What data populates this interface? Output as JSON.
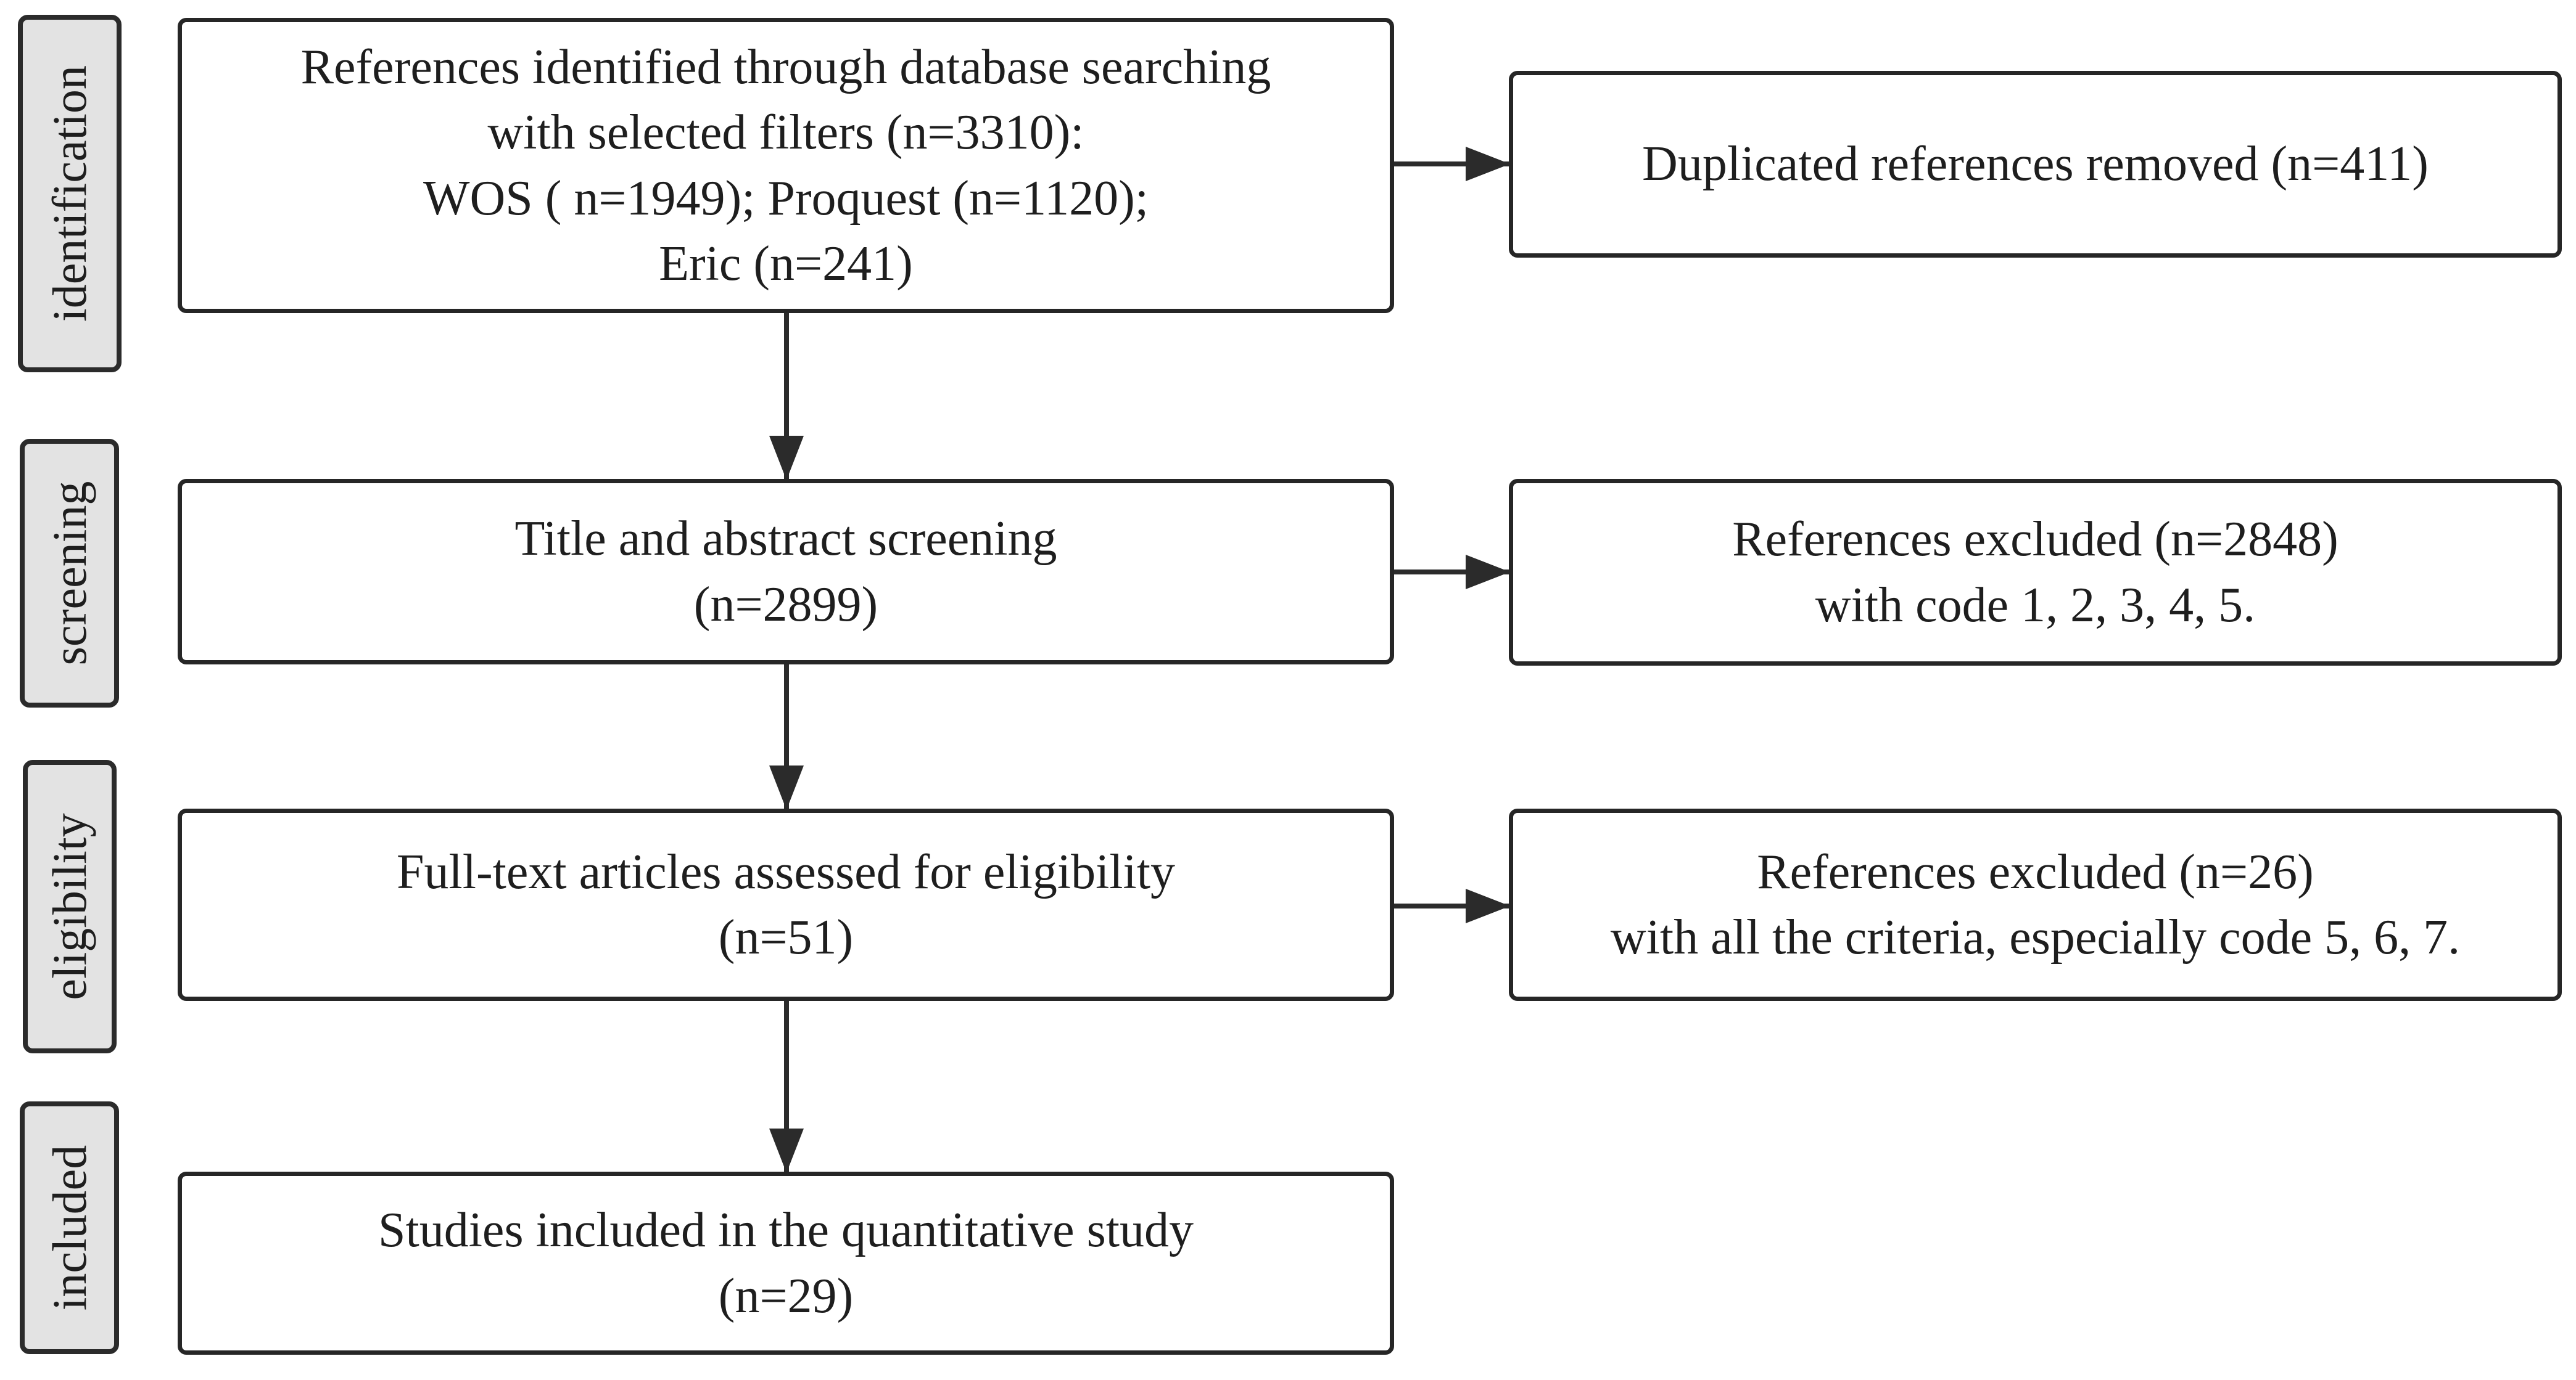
{
  "phases": {
    "identification": "identification",
    "screening": "screening",
    "eligibility": "eligibility",
    "included": "included"
  },
  "flow": {
    "identification": {
      "lines": [
        "References identified through database searching",
        "with selected filters (n=3310):",
        "WOS ( n=1949); Proquest (n=1120);",
        "Eric (n=241)"
      ]
    },
    "screening": {
      "lines": [
        "Title and abstract screening",
        "(n=2899)"
      ]
    },
    "eligibility": {
      "lines": [
        "Full-text articles assessed for eligibility",
        "(n=51)"
      ]
    },
    "included": {
      "lines": [
        "Studies included in the quantitative study",
        "(n=29)"
      ]
    }
  },
  "exclusions": {
    "duplicates": {
      "lines": [
        "Duplicated references removed (n=411)"
      ]
    },
    "screening": {
      "lines": [
        "References excluded (n=2848)",
        "with code 1, 2, 3, 4, 5."
      ]
    },
    "eligibility": {
      "lines": [
        "References excluded (n=26)",
        "with all the criteria, especially code 5, 6, 7."
      ]
    }
  },
  "colors": {
    "border": "#262626",
    "phase_fill": "#e3e3e3",
    "box_fill": "#ffffff",
    "arrow": "#2b2b2b"
  }
}
